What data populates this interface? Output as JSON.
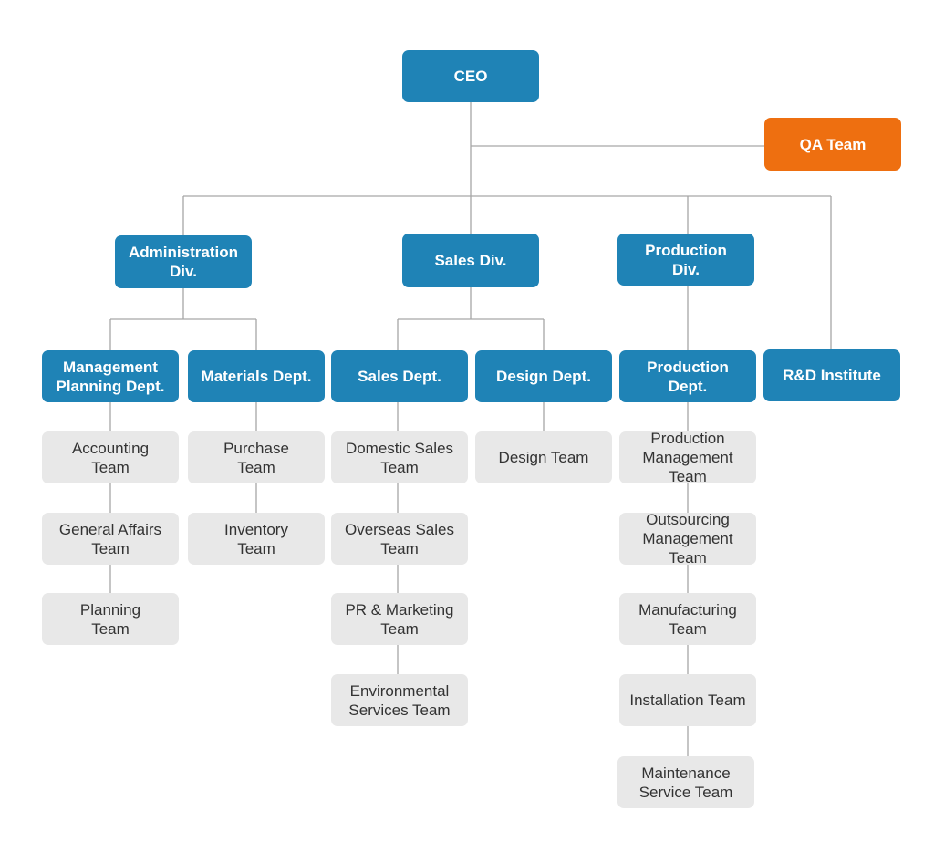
{
  "colors": {
    "division": "#1f83b6",
    "staff": "#ee6f10",
    "team": "#e8e8e8",
    "connector": "#a6a6a6"
  },
  "ceo": "CEO",
  "qa_team": "QA Team",
  "divisions": {
    "administration": "Administration\nDiv.",
    "sales": "Sales Div.",
    "production": "Production\nDiv."
  },
  "rnd": "R&D Institute",
  "departments": {
    "management_planning": "Management\nPlanning Dept.",
    "materials": "Materials Dept.",
    "sales": "Sales Dept.",
    "design": "Design Dept.",
    "production": "Production\nDept."
  },
  "teams": {
    "accounting": "Accounting\nTeam",
    "general_affairs": "General Affairs\nTeam",
    "planning": "Planning\nTeam",
    "purchase": "Purchase\nTeam",
    "inventory": "Inventory\nTeam",
    "domestic_sales": "Domestic Sales\nTeam",
    "overseas_sales": "Overseas Sales\nTeam",
    "pr_marketing": "PR & Marketing\nTeam",
    "environmental": "Environmental\nServices Team",
    "design": "Design Team",
    "production_mgmt": "Production\nManagement Team",
    "outsourcing_mgmt": "Outsourcing\nManagement Team",
    "manufacturing": "Manufacturing\nTeam",
    "installation": "Installation Team",
    "maintenance": "Maintenance\nService Team"
  }
}
